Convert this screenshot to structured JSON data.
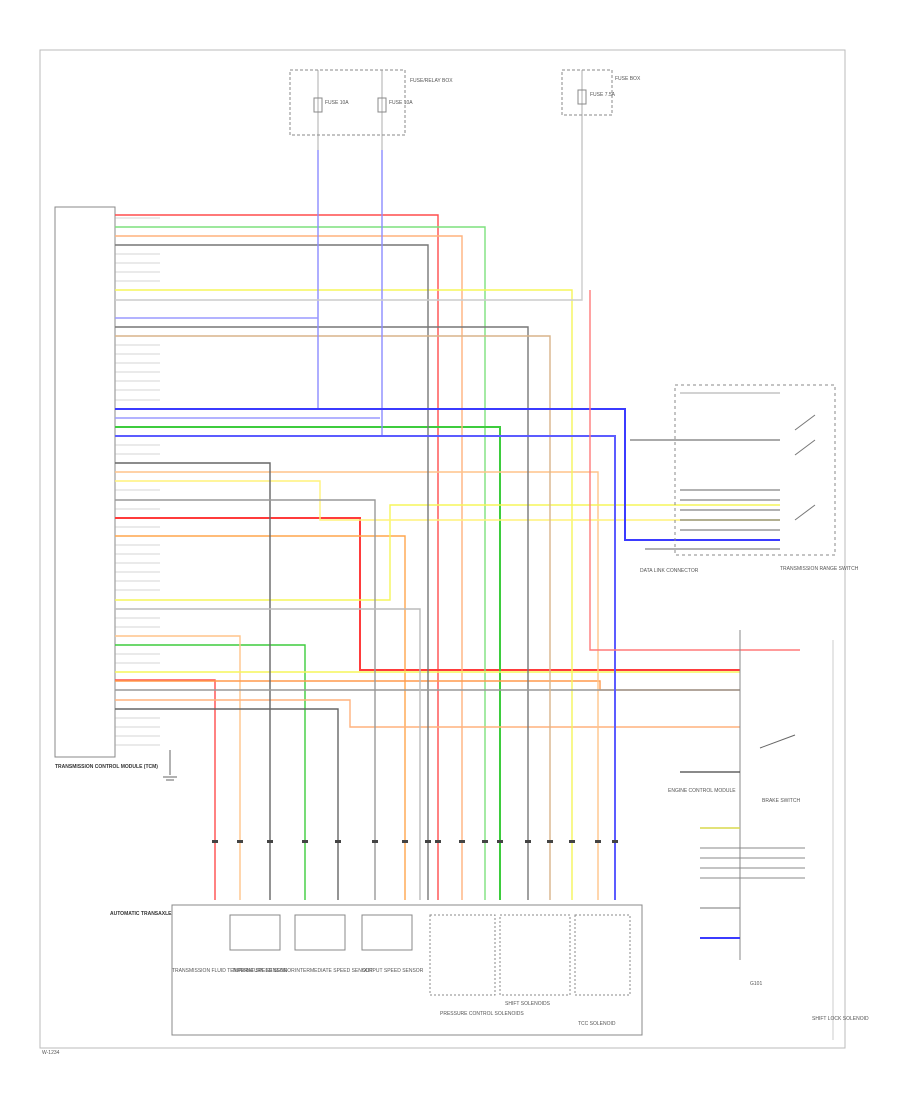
{
  "diagram": {
    "footer_code": "W-1234",
    "components": {
      "tcm": "TRANSMISSION CONTROL MODULE (TCM)",
      "fuse_left": "FUSE 10A",
      "fuse_center": "FUSE 10A",
      "fuse_right": "FUSE 7.5A",
      "fuse_box_note_top": "FUSE/RELAY BOX",
      "fuse_box_note_right": "FUSE BOX",
      "data_link": "DATA LINK CONNECTOR",
      "range_switch": "TRANSMISSION RANGE SWITCH",
      "auto_trans": "AUTOMATIC TRANSAXLE",
      "fluid_temp": "TRANSMISSION FLUID TEMPERATURE SENSOR",
      "turbine_speed": "TURBINE SPEED SENSOR",
      "intermediate_speed": "INTERMEDIATE SPEED SENSOR",
      "output_speed": "OUTPUT SPEED SENSOR",
      "shift_solenoids": "SHIFT SOLENOIDS",
      "pressure_solenoids": "PRESSURE CONTROL SOLENOIDS",
      "tcc_solenoid": "TCC SOLENOID",
      "ecm": "ENGINE CONTROL MODULE",
      "brake_switch": "BRAKE SWITCH",
      "ground": "G101",
      "lock_solenoid": "SHIFT LOCK SOLENOID"
    }
  }
}
